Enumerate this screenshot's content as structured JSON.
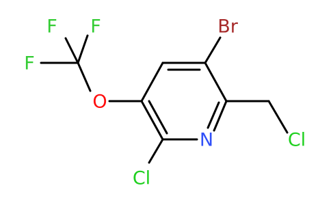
{
  "molecule": {
    "colors": {
      "bond": "#000000",
      "F": "#33cc33",
      "O": "#ff0d0d",
      "N": "#3050f8",
      "Cl": "#1fd01f",
      "Br": "#a62929"
    },
    "atoms": {
      "br": {
        "text": "Br",
        "element": "Br"
      },
      "f1": {
        "text": "F",
        "element": "F"
      },
      "f2": {
        "text": "F",
        "element": "F"
      },
      "f3": {
        "text": "F",
        "element": "F"
      },
      "o": {
        "text": "O",
        "element": "O"
      },
      "n": {
        "text": "N",
        "element": "N"
      },
      "cl_ring": {
        "text": "Cl",
        "element": "Cl"
      },
      "cl_ch2": {
        "text": "Cl",
        "element": "Cl"
      }
    }
  }
}
